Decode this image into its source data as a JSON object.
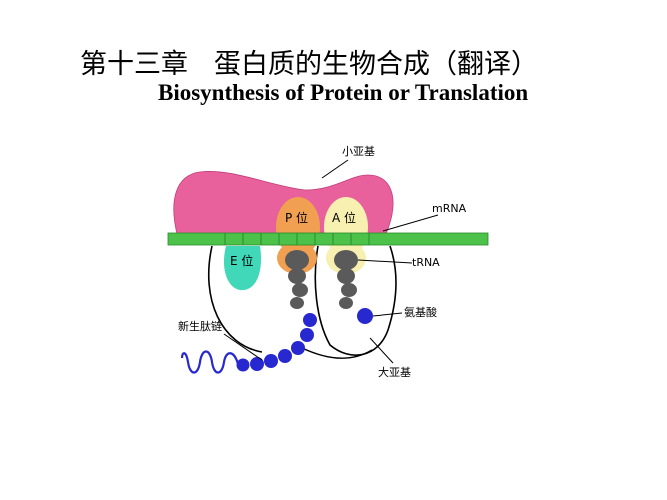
{
  "header": {
    "chapter": "第十三章",
    "title_cn": "蛋白质的生物合成（翻译）",
    "title_en": "Biosynthesis of Protein or Translation"
  },
  "diagram": {
    "labels": {
      "small_subunit": "小亚基",
      "mrna": "mRNA",
      "trna": "tRNA",
      "amino_acid": "氨基酸",
      "nascent_peptide": "新生肽链",
      "large_subunit": "大亚基"
    },
    "sites": {
      "p": "P 位",
      "a": "A 位",
      "e": "E 位"
    },
    "colors": {
      "small_subunit": "#e8609c",
      "mrna": "#4cc24a",
      "p_site": "#f0a050",
      "a_site": "#f8f0b0",
      "e_site": "#40d8b8",
      "trna": "#5a5a5a",
      "peptide": "#2828d0"
    }
  }
}
